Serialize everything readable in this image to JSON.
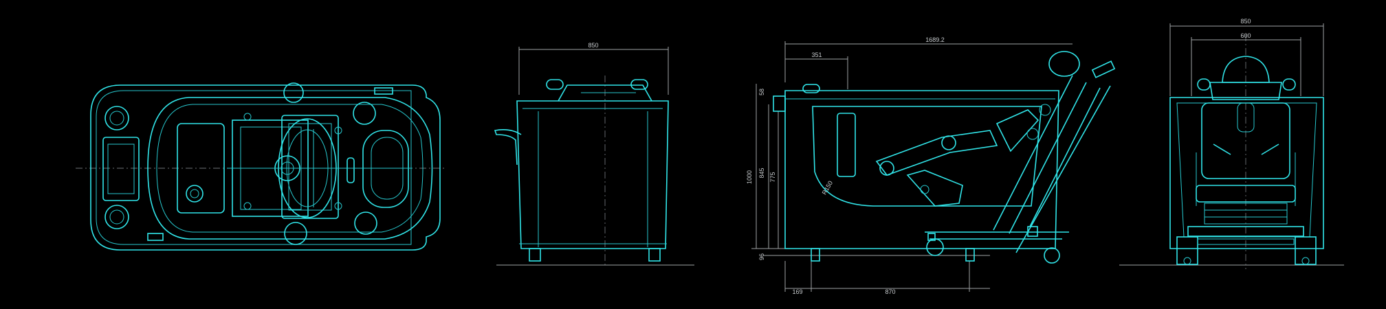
{
  "colors": {
    "background": "#000000",
    "line": "#31e6ea",
    "dimension": "#9fa3a6"
  },
  "views": {
    "top": {
      "name": "plan-view"
    },
    "front": {
      "width_label": "850"
    },
    "side": {
      "length_label": "1689.2",
      "offset_label": "351",
      "height_total_label": "1000",
      "height_845_label": "845",
      "height_775_label": "775",
      "top_small_label": "58",
      "bottom_label": "96",
      "foot_left_label": "169",
      "foot_span_label": "870",
      "radius_label": "R150"
    },
    "rear": {
      "outer_width_label": "850",
      "inner_width_label": "600"
    }
  }
}
